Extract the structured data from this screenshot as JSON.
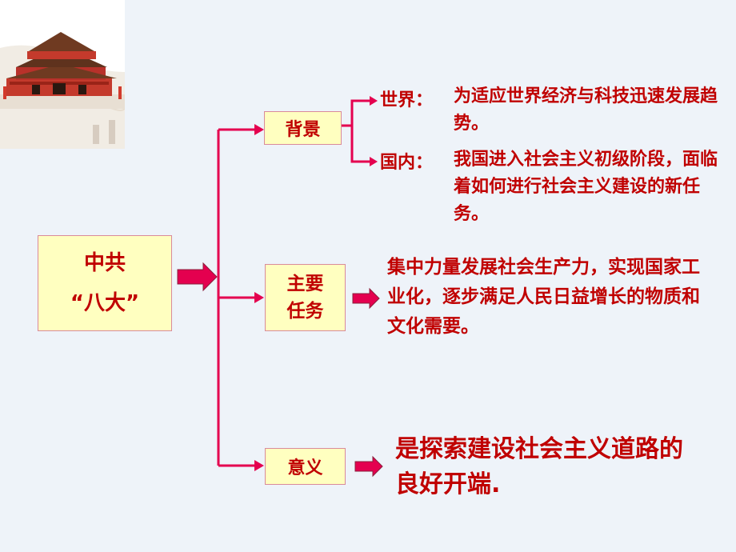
{
  "root": {
    "line1": "中共",
    "line2": "“八大”"
  },
  "branches": {
    "background": {
      "label": "背景"
    },
    "tasks": {
      "line1": "主要",
      "line2": "任务"
    },
    "significance": {
      "label": "意义"
    }
  },
  "background_items": [
    {
      "label": "世界：",
      "text": "为适应世界经济与科技迅速发展趋势。"
    },
    {
      "label": "国内：",
      "text": "我国进入社会主义初级阶段，面临着如何进行社会主义建设的新任务。"
    }
  ],
  "task_text": "集中力量发展社会生产力，实现国家工业化，逐步满足人民日益增长的物质和文化需要。",
  "significance_text": "是探索建设社会主义道路的良好开端.",
  "colors": {
    "line": "#e4004f",
    "text": "#c00000",
    "box_fill": "#ffffc0",
    "arrow_fill": "#e4004f"
  },
  "icons": {
    "decoration": "tiananmen-gate-icon"
  }
}
